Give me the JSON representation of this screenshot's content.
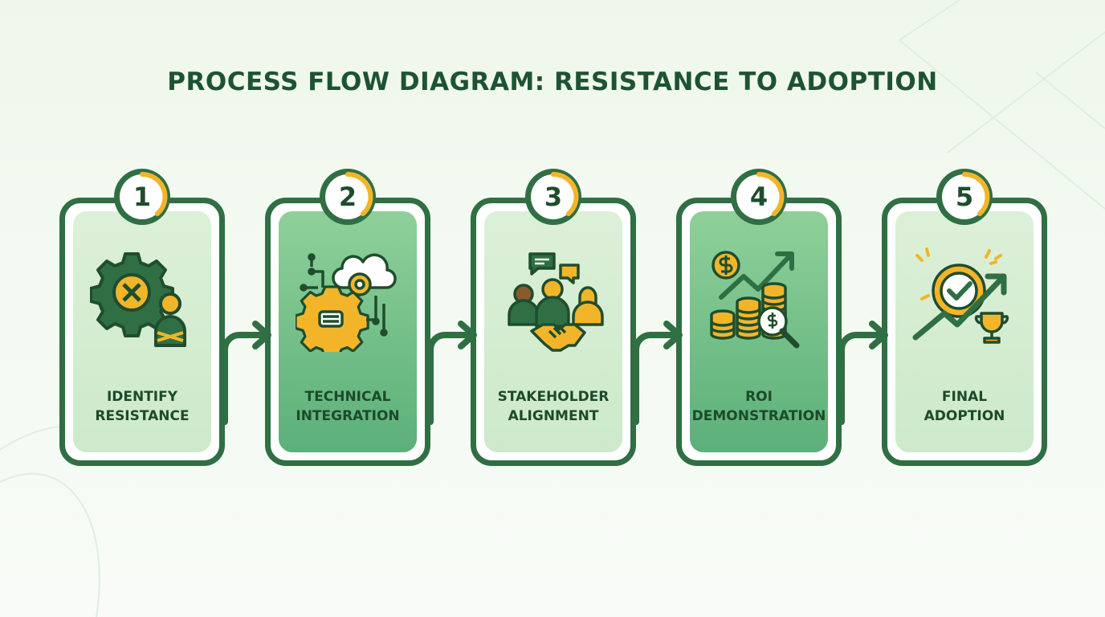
{
  "title": "PROCESS FLOW DIAGRAM: RESISTANCE TO ADOPTION",
  "colors": {
    "primary_green": "#2f6f43",
    "dark_text": "#1d5332",
    "accent_gold": "#f2b52a",
    "light_card": "#dcf0d8",
    "dark_card": "#5cb07a"
  },
  "steps": [
    {
      "number": "1",
      "label_line1": "IDENTIFY",
      "label_line2": "RESISTANCE",
      "icon": "gear-with-x-person-icon",
      "style": "light"
    },
    {
      "number": "2",
      "label_line1": "TECHNICAL",
      "label_line2": "INTEGRATION",
      "icon": "gear-cloud-circuit-icon",
      "style": "dark"
    },
    {
      "number": "3",
      "label_line1": "STAKEHOLDER",
      "label_line2": "ALIGNMENT",
      "icon": "people-handshake-icon",
      "style": "light"
    },
    {
      "number": "4",
      "label_line1": "ROI",
      "label_line2": "DEMONSTRATION",
      "icon": "coins-growth-chart-icon",
      "style": "dark"
    },
    {
      "number": "5",
      "label_line1": "FINAL",
      "label_line2": "ADOPTION",
      "icon": "checkmark-trophy-icon",
      "style": "light"
    }
  ]
}
